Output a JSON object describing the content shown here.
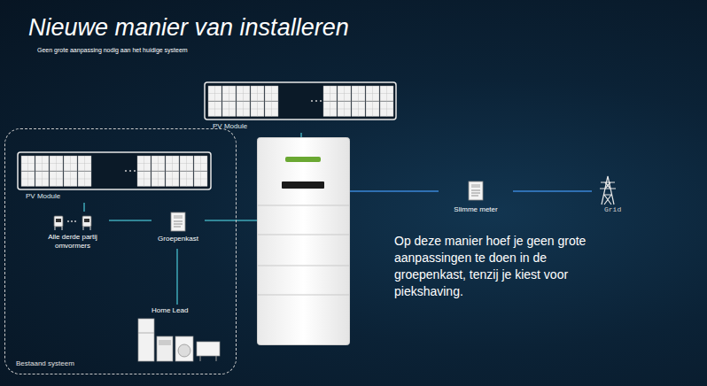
{
  "diagram": {
    "title": "Nieuwe manier van installeren",
    "nodes": [
      {
        "text": [
          "PV Module"
        ]
      },
      {
        "text": [
          "Bestaand systeem"
        ]
      },
      {
        "text": [
          "PV Module"
        ],
        "in": 1
      },
      {
        "text": [
          "Alle derde partij omvormers"
        ],
        "in": 1
      },
      {
        "text": [
          "Groepenkast"
        ],
        "in": 1
      },
      {
        "text": [
          "Home Lead"
        ],
        "in": 1
      },
      {
        "text": []
      },
      {
        "text": [
          "Slimme meter"
        ]
      },
      {
        "text": [
          "Grid"
        ]
      }
    ],
    "edges": [
      {
        "from": 0,
        "to": 6,
        "arrow": "none"
      },
      {
        "from": 2,
        "to": 3,
        "arrow": "none"
      },
      {
        "from": 3,
        "to": 4,
        "arrow": "none"
      },
      {
        "from": 4,
        "to": 5,
        "arrow": "none"
      },
      {
        "from": 4,
        "to": 6,
        "arrow": "none"
      },
      {
        "from": 6,
        "to": 7,
        "arrow": "none"
      },
      {
        "from": 7,
        "to": 8,
        "arrow": "none"
      }
    ],
    "labels": [
      "Geen grote aanpassing nodig aan het huidige systeem",
      "Op deze manier hoef je geen grote aanpassingen te doen in de groepenkast, tenzij je kiest voor piekshaving."
    ]
  }
}
